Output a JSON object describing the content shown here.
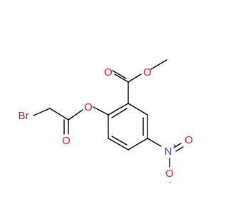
{
  "colors": {
    "background": "#ffffff",
    "bond": "#000000",
    "carbon": "#000000",
    "oxygen": "#ff0d0d",
    "nitrogen": "#3050f8",
    "bromine": "#a62929"
  },
  "atoms": {
    "o_methoxy": {
      "symbol": "O",
      "element": "oxygen"
    },
    "o_carbonyl_ester": {
      "symbol": "O",
      "element": "oxygen"
    },
    "o_aryl_ether": {
      "symbol": "O",
      "element": "oxygen"
    },
    "o_carbonyl_acyl": {
      "symbol": "O",
      "element": "oxygen"
    },
    "br": {
      "symbol": "Br",
      "element": "bromine"
    },
    "n_nitro": {
      "symbol": "N",
      "charge": "+",
      "element": "nitrogen"
    },
    "o_nitro_double": {
      "symbol": "O",
      "element": "oxygen"
    },
    "o_nitro_anion": {
      "symbol": "O",
      "charge": "-",
      "element": "oxygen"
    }
  }
}
